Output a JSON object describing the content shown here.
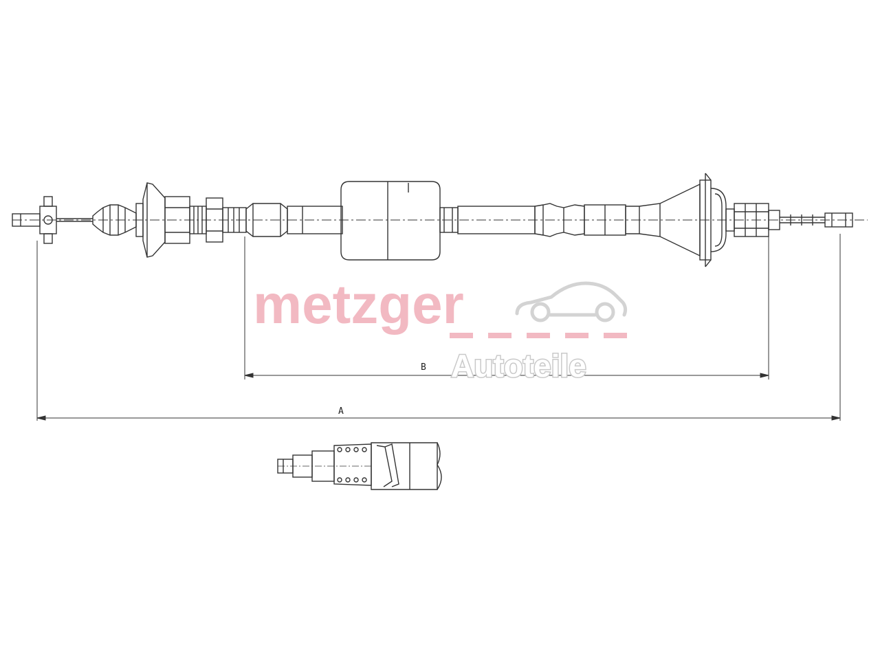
{
  "watermark": {
    "brand": "metzger",
    "tagline": "Autoteile",
    "brand_color": "#f2b9c2",
    "tagline_color": "#c9c9c9",
    "icon": "car-outline-icon"
  },
  "dimensions": {
    "overall_label": "A",
    "inner_label": "B"
  },
  "colors": {
    "line": "#333333",
    "background": "#ffffff"
  }
}
